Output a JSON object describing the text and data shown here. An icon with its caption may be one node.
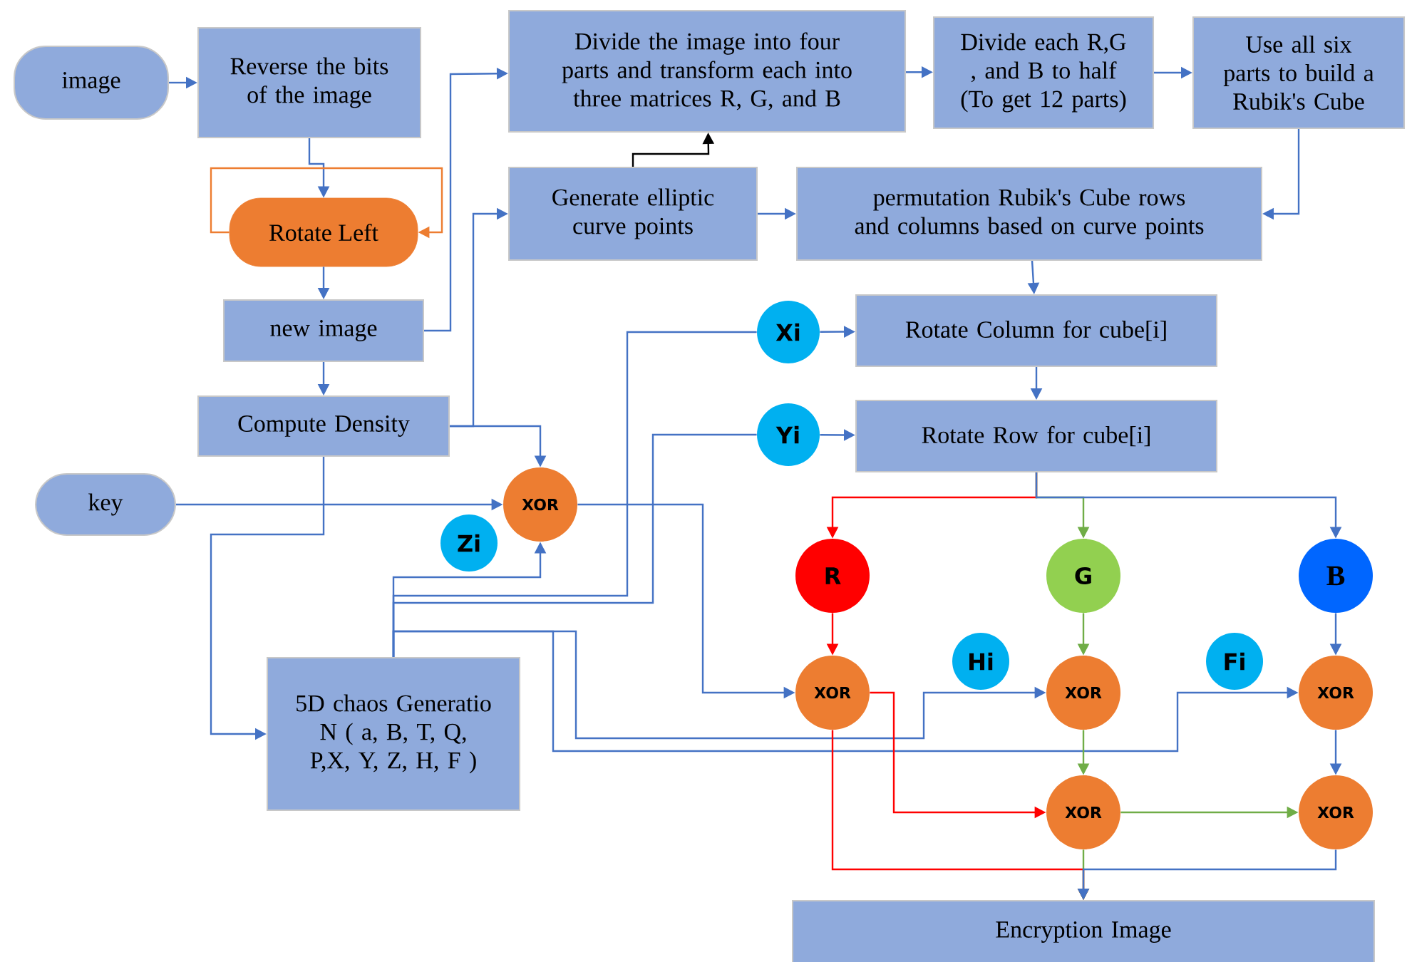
{
  "diagram": {
    "nodes": [
      {
        "text": [
          "image"
        ]
      },
      {
        "text": [
          "Reverse the bits of the image"
        ]
      },
      {
        "text": [
          "Rotate Left"
        ]
      },
      {
        "text": [
          "new image"
        ]
      },
      {
        "text": [
          "Compute Density"
        ]
      },
      {
        "text": [
          "Divide the image into four parts and transform each into three matrices R, G, and B"
        ]
      },
      {
        "text": [
          "Divide each R,G , and B to half (To get 12 parts)"
        ]
      },
      {
        "text": [
          "Use all six parts to build a Rubik's Cube"
        ]
      },
      {
        "text": [
          "Generate elliptic curve points"
        ]
      },
      {
        "text": [
          "permutation Rubik's Cube rows and columns based on curve points"
        ]
      },
      {
        "text": [
          "Xi"
        ]
      },
      {
        "text": [
          "Rotate Column for cube[i]"
        ]
      },
      {
        "text": [
          "Yi"
        ]
      },
      {
        "text": [
          "Rotate  Row for cube[i]"
        ]
      },
      {
        "text": [
          "key"
        ]
      },
      {
        "text": [
          "XOR"
        ]
      },
      {
        "text": [
          "Zi"
        ]
      },
      {
        "text": [
          "5D chaos Generatio N (  a, B, T, Q, P,X, Y, Z, H, F )"
        ]
      },
      {
        "text": [
          "R"
        ]
      },
      {
        "text": [
          "G"
        ]
      },
      {
        "text": [
          "B"
        ]
      },
      {
        "text": [
          "Hi"
        ]
      },
      {
        "text": [
          "XOR"
        ]
      },
      {
        "text": [
          "XOR"
        ]
      },
      {
        "text": [
          "Fi"
        ]
      },
      {
        "text": [
          "XOR"
        ]
      },
      {
        "text": [
          "XOR"
        ]
      },
      {
        "text": [
          "XOR"
        ]
      },
      {
        "text": [
          "Encryption Image"
        ]
      }
    ],
    "edges": [
      {
        "from": 0,
        "to": 1,
        "arrow": "to"
      },
      {
        "from": 1,
        "to": 2,
        "arrow": "to"
      },
      {
        "from": 2,
        "to": 2,
        "arrow": "to",
        "color": "#ed7d31"
      },
      {
        "from": 2,
        "to": 3,
        "arrow": "to"
      },
      {
        "from": 3,
        "to": 4,
        "arrow": "to"
      },
      {
        "from": 3,
        "to": 5,
        "arrow": "to"
      },
      {
        "from": 4,
        "to": 8,
        "arrow": "to"
      },
      {
        "from": 4,
        "to": 15,
        "arrow": "to"
      },
      {
        "from": 4,
        "to": 17,
        "arrow": "to"
      },
      {
        "from": 8,
        "to": 5,
        "arrow": "to",
        "color": "#000000"
      },
      {
        "from": 5,
        "to": 6,
        "arrow": "to"
      },
      {
        "from": 6,
        "to": 7,
        "arrow": "to"
      },
      {
        "from": 7,
        "to": 9,
        "arrow": "to"
      },
      {
        "from": 8,
        "to": 9,
        "arrow": "to"
      },
      {
        "from": 9,
        "to": 11,
        "arrow": "to"
      },
      {
        "from": 10,
        "to": 11,
        "arrow": "to"
      },
      {
        "from": 11,
        "to": 13,
        "arrow": "to"
      },
      {
        "from": 12,
        "to": 13,
        "arrow": "to"
      },
      {
        "from": 14,
        "to": 15,
        "arrow": "to"
      },
      {
        "from": 17,
        "to": 15,
        "arrow": "to"
      },
      {
        "from": 17,
        "to": 10,
        "arrow": "none"
      },
      {
        "from": 17,
        "to": 12,
        "arrow": "none"
      },
      {
        "from": 17,
        "to": 23,
        "arrow": "to"
      },
      {
        "from": 17,
        "to": 25,
        "arrow": "to"
      },
      {
        "from": 15,
        "to": 22,
        "arrow": "to"
      },
      {
        "from": 13,
        "to": 18,
        "arrow": "to",
        "color": "#ff0000"
      },
      {
        "from": 13,
        "to": 19,
        "arrow": "to",
        "color": "#70ad47"
      },
      {
        "from": 13,
        "to": 20,
        "arrow": "to"
      },
      {
        "from": 18,
        "to": 22,
        "arrow": "to",
        "color": "#ff0000"
      },
      {
        "from": 19,
        "to": 23,
        "arrow": "to",
        "color": "#70ad47"
      },
      {
        "from": 20,
        "to": 25,
        "arrow": "to"
      },
      {
        "from": 22,
        "to": 26,
        "arrow": "to",
        "color": "#ff0000"
      },
      {
        "from": 22,
        "to": 28,
        "arrow": "to",
        "color": "#ff0000"
      },
      {
        "from": 23,
        "to": 26,
        "arrow": "to",
        "color": "#70ad47"
      },
      {
        "from": 26,
        "to": 27,
        "arrow": "to",
        "color": "#70ad47"
      },
      {
        "from": 25,
        "to": 27,
        "arrow": "to"
      },
      {
        "from": 26,
        "to": 28,
        "arrow": "to",
        "color": "#70ad47"
      },
      {
        "from": 27,
        "to": 28,
        "arrow": "to"
      }
    ]
  }
}
